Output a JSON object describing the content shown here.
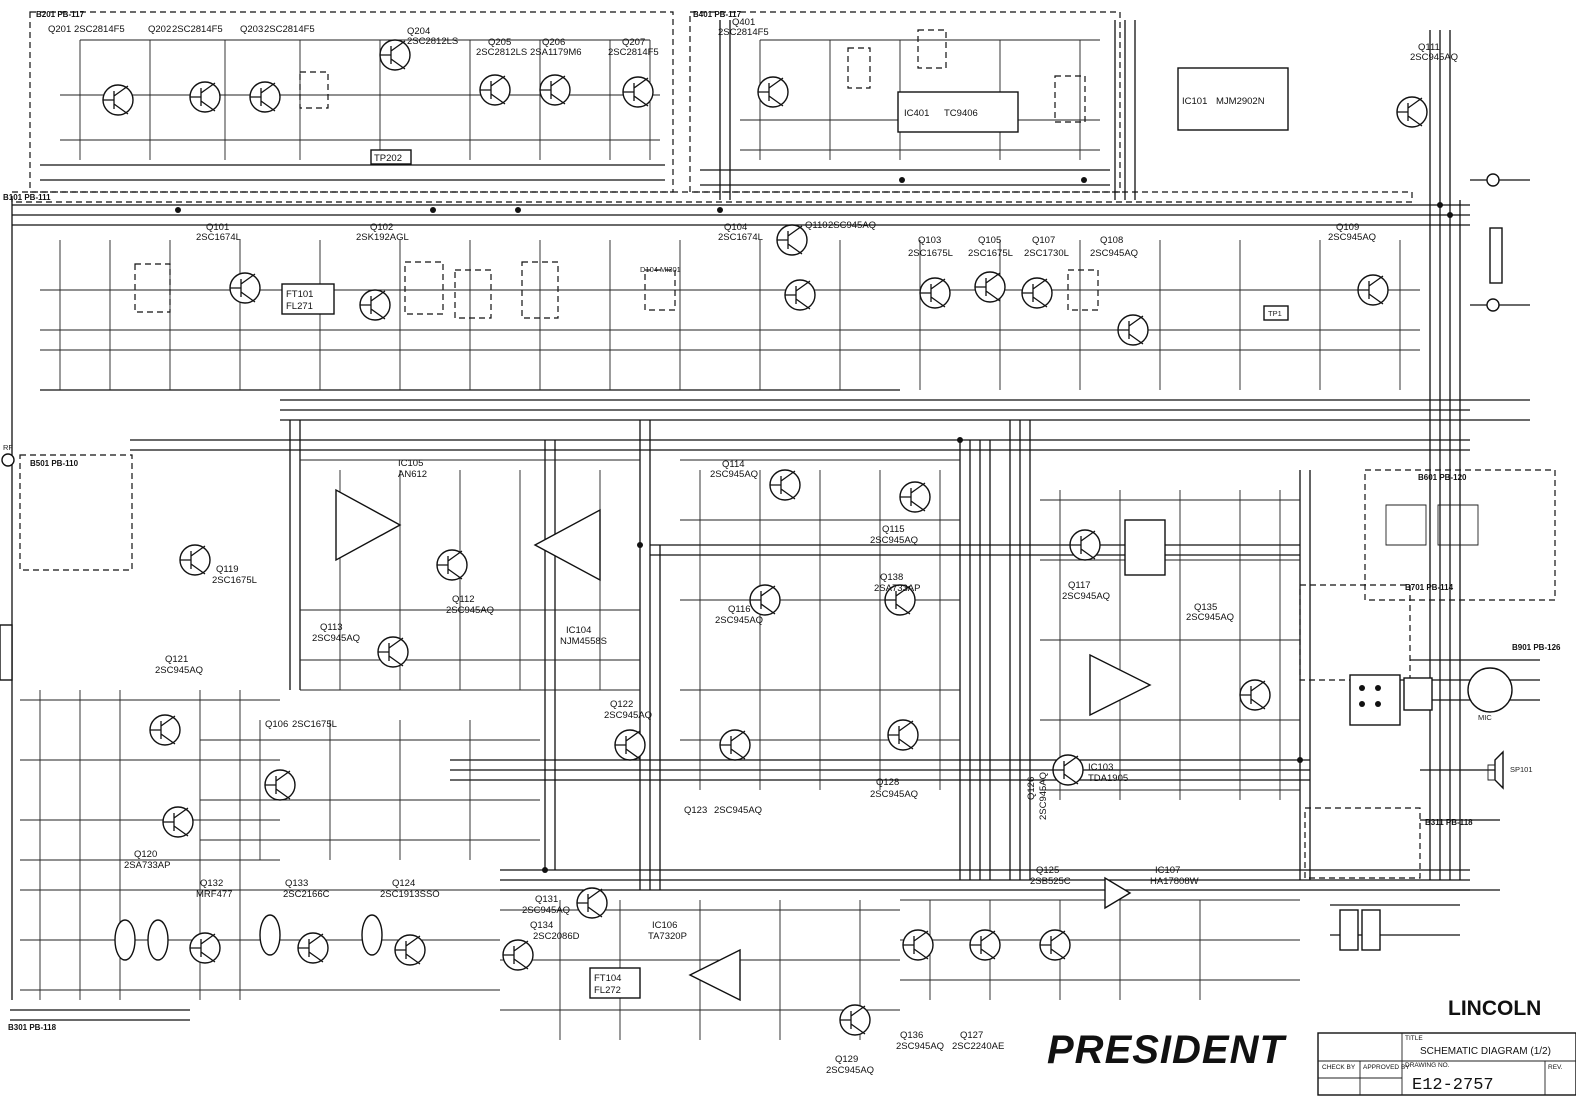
{
  "boards": [
    "B201 PB-117",
    "B101 PB-111",
    "B401 PB-117",
    "B501 PB-110",
    "B601 PB-120",
    "B701 PB-114",
    "B901 PB-126",
    "B301 PB-118",
    "B311 PB-118"
  ],
  "transistors": [
    {
      "ref": "Q201",
      "part": "2SC2814F5"
    },
    {
      "ref": "Q202",
      "part": "2SC2814F5"
    },
    {
      "ref": "Q203",
      "part": "2SC2814F5"
    },
    {
      "ref": "Q204",
      "part": "2SC2812LS"
    },
    {
      "ref": "Q205",
      "part": "2SC2812LS"
    },
    {
      "ref": "Q206",
      "part": "2SA1179M6"
    },
    {
      "ref": "Q207",
      "part": "2SC2814F5"
    },
    {
      "ref": "Q401",
      "part": "2SC2814F5"
    },
    {
      "ref": "Q111",
      "part": "2SC945AQ"
    },
    {
      "ref": "Q101",
      "part": "2SC1674L"
    },
    {
      "ref": "Q102",
      "part": "2SK192AGL"
    },
    {
      "ref": "Q104",
      "part": "2SC1674L"
    },
    {
      "ref": "Q110",
      "part": "2SC945AQ"
    },
    {
      "ref": "Q103",
      "part": "2SC1675L"
    },
    {
      "ref": "Q105",
      "part": "2SC1675L"
    },
    {
      "ref": "Q107",
      "part": "2SC1730L"
    },
    {
      "ref": "Q108",
      "part": "2SC945AQ"
    },
    {
      "ref": "Q109",
      "part": "2SC945AQ"
    },
    {
      "ref": "Q119",
      "part": "2SC1675L"
    },
    {
      "ref": "Q112",
      "part": "2SC945AQ"
    },
    {
      "ref": "Q113",
      "part": "2SC945AQ"
    },
    {
      "ref": "Q114",
      "part": "2SC945AQ"
    },
    {
      "ref": "Q115",
      "part": "2SC945AQ"
    },
    {
      "ref": "Q116",
      "part": "2SC945AQ"
    },
    {
      "ref": "Q138",
      "part": "2SA733AP"
    },
    {
      "ref": "Q117",
      "part": "2SC945AQ"
    },
    {
      "ref": "Q135",
      "part": "2SC945AQ"
    },
    {
      "ref": "Q121",
      "part": "2SC945AQ"
    },
    {
      "ref": "Q106",
      "part": "2SC1675L"
    },
    {
      "ref": "Q120",
      "part": "2SA733AP"
    },
    {
      "ref": "Q122",
      "part": "2SC945AQ"
    },
    {
      "ref": "Q123",
      "part": "2SC945AQ"
    },
    {
      "ref": "Q128",
      "part": "2SC945AQ"
    },
    {
      "ref": "Q126",
      "part": "2SC945AQ"
    },
    {
      "ref": "Q132",
      "part": "MRF477"
    },
    {
      "ref": "Q133",
      "part": "2SC2166C"
    },
    {
      "ref": "Q124",
      "part": "2SC1913SSO"
    },
    {
      "ref": "Q131",
      "part": "2SC945AQ"
    },
    {
      "ref": "Q134",
      "part": "2SC2086D"
    },
    {
      "ref": "Q125",
      "part": "2SB525C"
    },
    {
      "ref": "Q136",
      "part": "2SC945AQ"
    },
    {
      "ref": "Q127",
      "part": "2SC2240AE"
    },
    {
      "ref": "Q129",
      "part": "2SC945AQ"
    }
  ],
  "ics": [
    {
      "ref": "IC101",
      "part": "MJM2902N"
    },
    {
      "ref": "IC401",
      "part": "TC9406"
    },
    {
      "ref": "IC105",
      "part": "AN612"
    },
    {
      "ref": "IC104",
      "part": "NJM4558S"
    },
    {
      "ref": "IC103",
      "part": "TDA1905"
    },
    {
      "ref": "IC107",
      "part": "HA17808W"
    },
    {
      "ref": "IC106",
      "part": "TA7320P"
    }
  ],
  "filters": [
    {
      "ref": "FT101",
      "part": "FL271"
    },
    {
      "ref": "FT104",
      "part": "FL272"
    }
  ],
  "other_labels": [
    "TP202",
    "TP1",
    "D104 MI301",
    "SP101",
    "RF",
    "MIC"
  ],
  "model": "LINCOLN",
  "brand": "PRESIDENT",
  "title_block": {
    "title_label": "TITLE",
    "title": "SCHEMATIC DIAGRAM (1/2)",
    "checked_label": "CHECK BY",
    "approved_label": "APPROVED BY",
    "drawing_label": "DRAWING NO.",
    "drawing_no": "E12-2757",
    "rev_label": "REV."
  }
}
